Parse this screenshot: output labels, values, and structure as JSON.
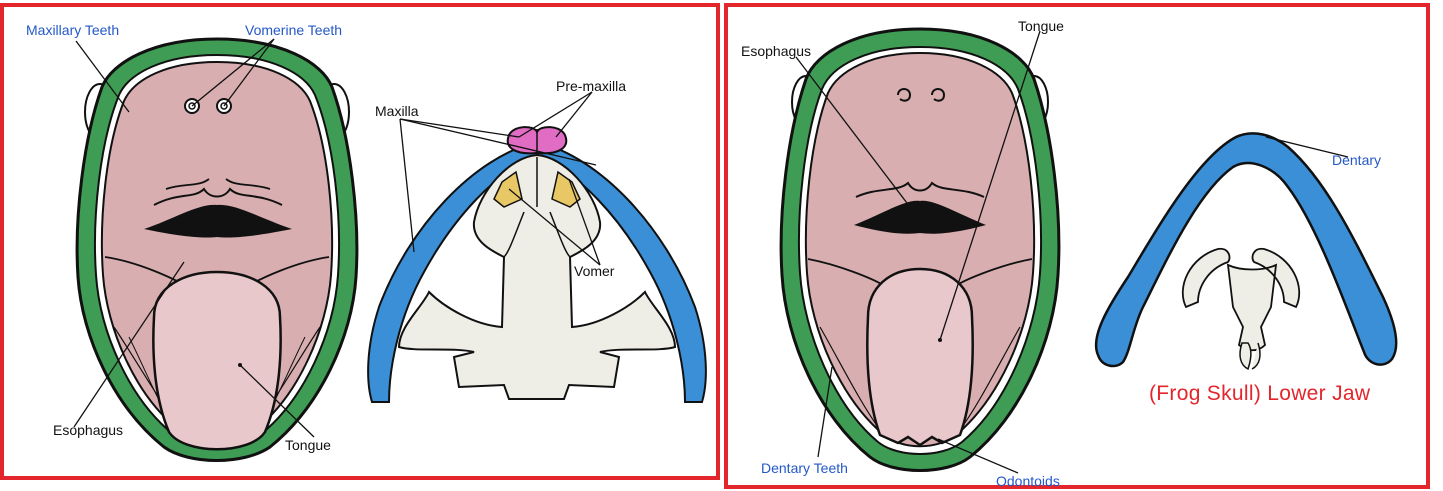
{
  "upper_jaw": {
    "labels": {
      "maxillary_teeth": "Maxillary Teeth",
      "vomerine_teeth": "Vomerine Teeth",
      "maxilla": "Maxilla",
      "pre_maxilla": "Pre-maxilla",
      "vomer": "Vomer",
      "esophagus": "Esophagus",
      "tongue": "Tongue"
    }
  },
  "lower_jaw": {
    "labels": {
      "esophagus": "Esophagus",
      "tongue": "Tongue",
      "dentary": "Dentary",
      "dentary_teeth": "Dentary Teeth",
      "odontoids": "Odontoids"
    },
    "caption": "(Frog Skull) Lower Jaw"
  },
  "colors": {
    "frame": "#e3262c",
    "skin": "#3f9c54",
    "mouth": "#d8aeb0",
    "tongue": "#e8c8cb",
    "bone": "#eeeee6",
    "maxilla": "#3a8fd6",
    "premaxilla": "#e06cc4",
    "vomer": "#e8c765",
    "label_blue": "#2458c8"
  }
}
